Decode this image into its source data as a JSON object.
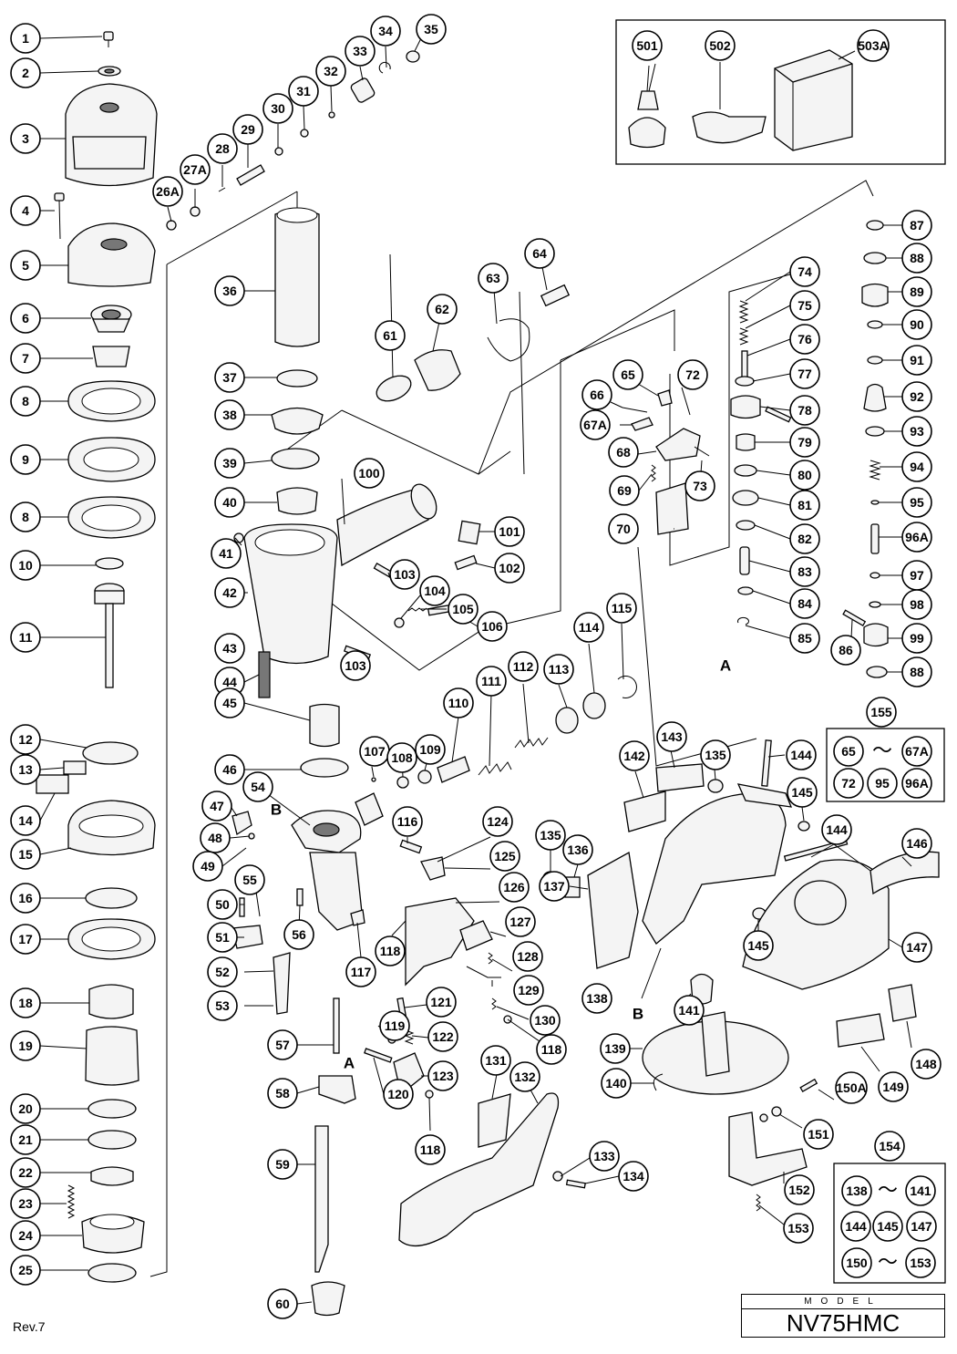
{
  "revision": "Rev.7",
  "model": {
    "label": "MODEL",
    "name": "NV75HMC"
  },
  "callouts": [
    "1",
    "2",
    "3",
    "4",
    "5",
    "6",
    "7",
    "8",
    "9",
    "8",
    "10",
    "11",
    "12",
    "13",
    "14",
    "15",
    "16",
    "17",
    "18",
    "19",
    "20",
    "21",
    "22",
    "23",
    "24",
    "25",
    "26A",
    "27A",
    "28",
    "29",
    "30",
    "31",
    "32",
    "33",
    "34",
    "35",
    "36",
    "37",
    "38",
    "39",
    "40",
    "41",
    "42",
    "43",
    "44",
    "45",
    "46",
    "47",
    "48",
    "49",
    "50",
    "51",
    "52",
    "53",
    "54",
    "55",
    "56",
    "57",
    "58",
    "59",
    "60",
    "61",
    "62",
    "63",
    "64",
    "65",
    "66",
    "67A",
    "68",
    "69",
    "70",
    "72",
    "73",
    "74",
    "75",
    "76",
    "77",
    "78",
    "79",
    "80",
    "81",
    "82",
    "83",
    "84",
    "85",
    "86",
    "87",
    "88",
    "89",
    "90",
    "91",
    "92",
    "93",
    "94",
    "95",
    "96A",
    "97",
    "98",
    "99",
    "88",
    "100",
    "101",
    "102",
    "103",
    "104",
    "105",
    "106",
    "103",
    "107",
    "108",
    "109",
    "110",
    "111",
    "112",
    "113",
    "114",
    "115",
    "116",
    "117",
    "118",
    "118",
    "118",
    "119",
    "120",
    "121",
    "122",
    "123",
    "124",
    "125",
    "126",
    "127",
    "128",
    "129",
    "130",
    "131",
    "132",
    "133",
    "134",
    "135",
    "135",
    "136",
    "137",
    "138",
    "139",
    "140",
    "141",
    "142",
    "143",
    "144",
    "144",
    "145",
    "145",
    "146",
    "147",
    "148",
    "149",
    "150A",
    "151",
    "152",
    "153",
    "501",
    "502",
    "503A"
  ],
  "groups": {
    "g155": {
      "number": "155",
      "items": [
        "65",
        "67A",
        "72",
        "95",
        "96A"
      ],
      "separator": "〜"
    },
    "g154": {
      "number": "154",
      "items": [
        "138",
        "141",
        "144",
        "145",
        "147",
        "150",
        "153"
      ],
      "separator": "〜"
    }
  },
  "refs": [
    "A",
    "B",
    "A",
    "B"
  ]
}
